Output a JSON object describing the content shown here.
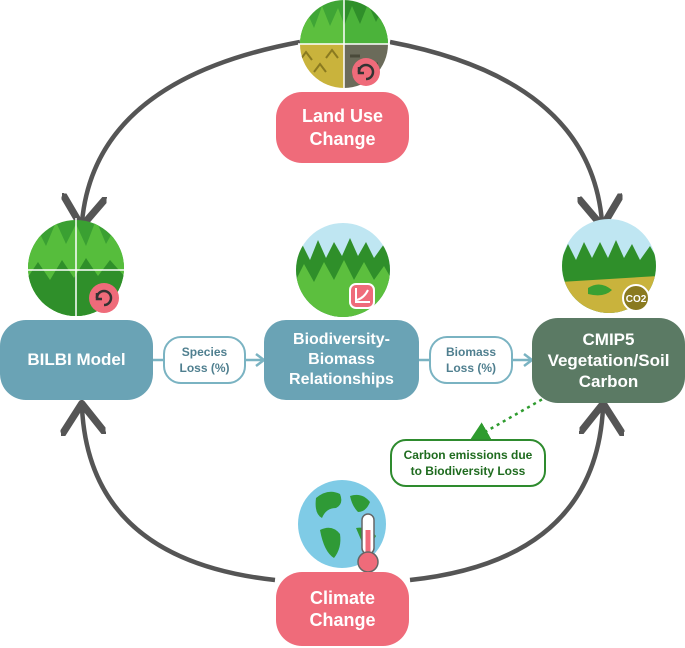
{
  "nodes": {
    "land_use": "Land Use\nChange",
    "bilbi": "BILBI Model",
    "biodiversity_biomass": "Biodiversity-\nBiomass\nRelationships",
    "cmip5": "CMIP5\nVegetation/Soil\nCarbon",
    "climate": "Climate\nChange"
  },
  "edge_labels": {
    "species_loss": "Species\nLoss (%)",
    "biomass_loss": "Biomass\nLoss (%)",
    "carbon_emissions": "Carbon emissions due\nto Biodiversity Loss"
  },
  "badges": {
    "co2": "CO2"
  },
  "icons": {
    "land_use": "forest-land-quadrant-icon",
    "bilbi": "forest-cycle-icon",
    "biodiversity": "forest-growth-chart-icon",
    "cmip5": "forest-co2-icon",
    "climate": "globe-thermometer-icon"
  },
  "colors": {
    "pink": "#ef6b7a",
    "teal": "#6aa3b5",
    "darkgreen": "#5b7a64",
    "arrow": "#555555",
    "dotted": "#2e9b2e"
  }
}
